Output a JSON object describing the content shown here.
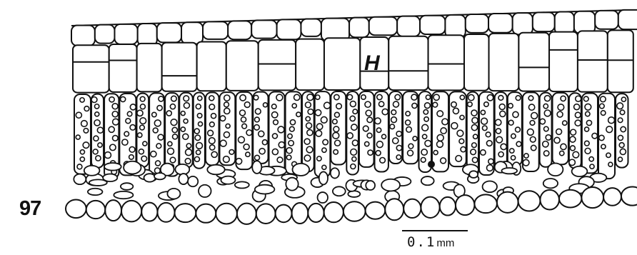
{
  "figure": {
    "number": "97",
    "tissue_label": "H",
    "scale_bar": {
      "value": "0.1",
      "unit": "mm"
    }
  },
  "colors": {
    "ink": "#111111",
    "paper": "#ffffff"
  }
}
